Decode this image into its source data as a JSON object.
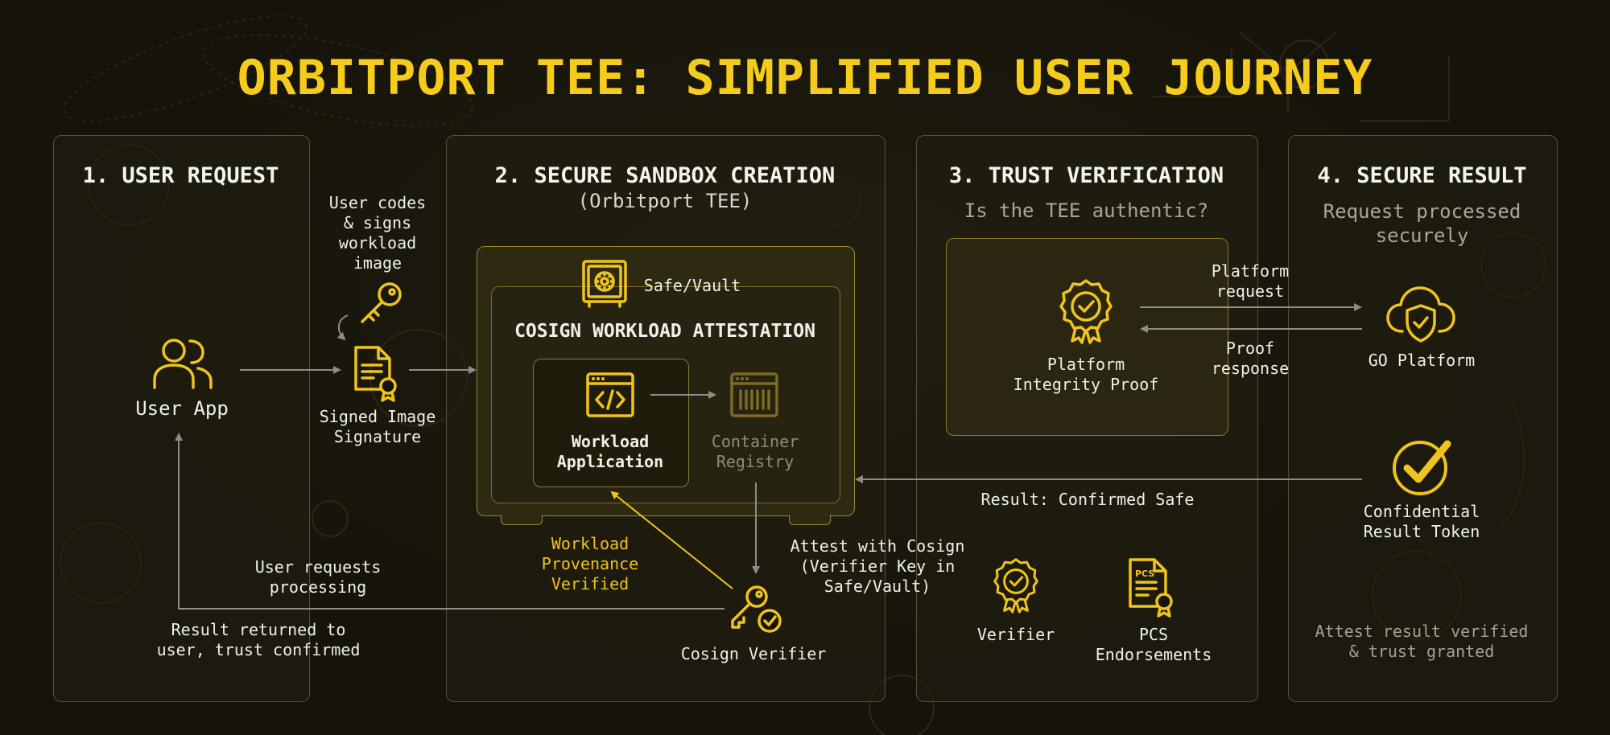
{
  "title": "ORBITPORT TEE: SIMPLIFIED USER JOURNEY",
  "colors": {
    "accent": "#f5cc1c",
    "background": "#15130a",
    "panel_border": "#55503a",
    "connector": "#8d8c86"
  },
  "panels": [
    {
      "title": "1. USER REQUEST",
      "subtitle": ""
    },
    {
      "title": "2. SECURE SANDBOX CREATION",
      "subtitle": "(Orbitport TEE)"
    },
    {
      "title": "3. TRUST VERIFICATION",
      "subtitle": "Is the TEE authentic?"
    },
    {
      "title": "4. SECURE RESULT",
      "subtitle": "Request processed\nsecurely"
    }
  ],
  "nodes": {
    "user_app": {
      "label": "User App",
      "icon": "users-icon"
    },
    "user_codes": {
      "label": "User codes\n& signs\nworkload\nimage",
      "icon": "key-icon"
    },
    "signed_image": {
      "label": "Signed Image\nSignature",
      "icon": "certificate-document-icon"
    },
    "safe_vault": {
      "label": "Safe/Vault",
      "icon": "safe-icon"
    },
    "attestation": {
      "label": "COSIGN WORKLOAD ATTESTATION"
    },
    "workload_app": {
      "label": "Workload\nApplication",
      "icon": "code-window-icon"
    },
    "container_registry": {
      "label": "Container\nRegistry",
      "icon": "registry-icon"
    },
    "provenance": {
      "label": "Workload\nProvenance\nVerified"
    },
    "attest_cosign": {
      "label": "Attest with Cosign\n(Verifier Key in\nSafe/Vault)"
    },
    "cosign_verifier": {
      "label": "Cosign Verifier",
      "icon": "key-check-icon"
    },
    "user_requests": {
      "label": "User requests\nprocessing"
    },
    "result_returned": {
      "label": "Result returned to\nuser, trust confirmed"
    },
    "platform_proof": {
      "label": "Platform\nIntegrity Proof",
      "icon": "badge-icon"
    },
    "platform_request": {
      "label": "Platform\nrequest"
    },
    "proof_response": {
      "label": "Proof\nresponse"
    },
    "go_platform": {
      "label": "GO Platform",
      "icon": "cloud-shield-icon"
    },
    "result_confirmed": {
      "label": "Result: Confirmed Safe"
    },
    "verifier": {
      "label": "Verifier",
      "icon": "badge-icon"
    },
    "pcs": {
      "label": "PCS\nEndorsements",
      "icon": "pcs-document-icon",
      "icon_text": "PCS"
    },
    "result_token": {
      "label": "Confidential\nResult Token",
      "icon": "check-circle-icon"
    },
    "attest_result": {
      "label": "Attest result verified\n& trust granted"
    }
  }
}
